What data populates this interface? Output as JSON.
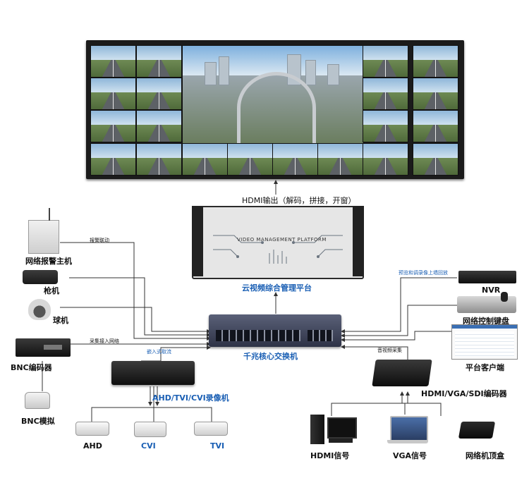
{
  "outputs": {
    "hdmi_output": "HDMI输出（解码，拼接，开窗）"
  },
  "platform": {
    "panel_text": "VIDEO MANAGEMENT PLATFORM",
    "name": "云视频综合管理平台"
  },
  "switch": {
    "name": "千兆核心交换机"
  },
  "left_devices": {
    "alarm_host": "网络报警主机",
    "gun_camera": "枪机",
    "dome_camera": "球机",
    "bnc_encoder": "BNC编码器",
    "bnc_analog": "BNC模拟"
  },
  "link_labels": {
    "alarm_link": "报警联动",
    "collect_network": "采集接入网络",
    "embedded_stream": "嵌入式取流",
    "preview_playback": "预览和调录像上墙回放",
    "av_capture": "音视频采集"
  },
  "recorder": {
    "name": "AHD/TVI/CVI录像机",
    "cameras": [
      "AHD",
      "CVI",
      "TVI"
    ]
  },
  "right_devices": {
    "nvr": "NVR",
    "keyboard": "网络控制键盘",
    "client": "平台客户端",
    "encoder": "HDMI/VGA/SDI编码器"
  },
  "sources": {
    "hdmi": "HDMI信号",
    "vga": "VGA信号",
    "stb": "网络机顶盒"
  },
  "colors": {
    "accent_blue": "#1a5fb4",
    "line": "#333333"
  }
}
